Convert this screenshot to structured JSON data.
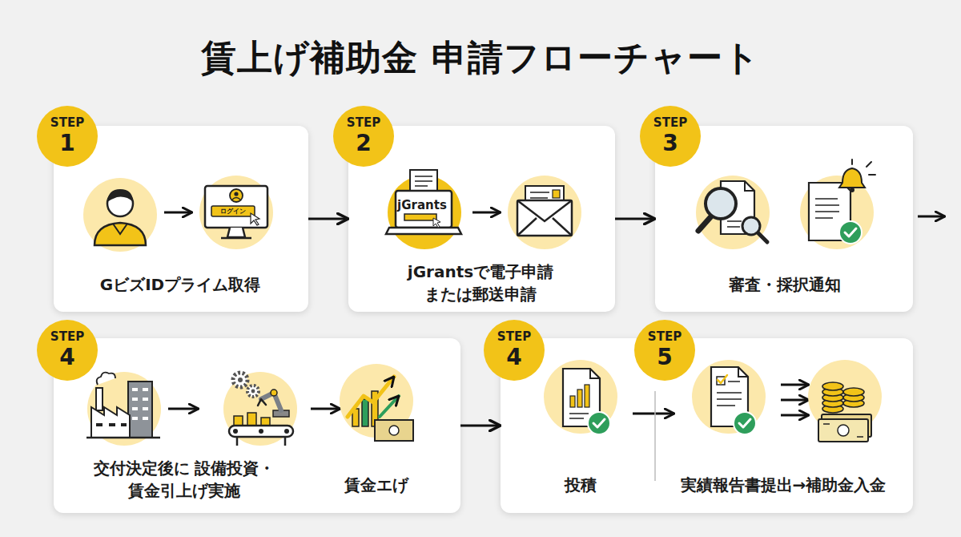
{
  "diagram": {
    "title": "賃上げ補助金 申請フローチャート",
    "nodes": [
      {
        "text": [
          "GビズIDプライム取得"
        ]
      },
      {
        "text": [
          "STEP",
          "1"
        ],
        "in": 0
      },
      {
        "text": [
          "jGrantsで電子申請 または郵送申請"
        ]
      },
      {
        "text": [
          "STEP",
          "2"
        ],
        "in": 2
      },
      {
        "text": [
          "審査・採択通知"
        ]
      },
      {
        "text": [
          "STEP",
          "3"
        ],
        "in": 4
      },
      {
        "text": [
          "交付決定後に 設備投資・賃金引上げ実施",
          "賃金エげ"
        ]
      },
      {
        "text": [
          "STEP",
          "4"
        ],
        "in": 6
      },
      {
        "text": [
          "投積",
          "実績報告書提出→補助金入金"
        ]
      },
      {
        "text": [
          "STEP",
          "4"
        ],
        "in": 8
      },
      {
        "text": [
          "STEP",
          "5"
        ],
        "in": 8
      }
    ],
    "edges": [
      {
        "from": 0,
        "to": 2,
        "arrow": "to"
      },
      {
        "from": 2,
        "to": 4,
        "arrow": "to"
      },
      {
        "from": 6,
        "to": 8,
        "arrow": "to"
      }
    ],
    "labels": [
      "ログイン",
      "jGrants"
    ]
  }
}
